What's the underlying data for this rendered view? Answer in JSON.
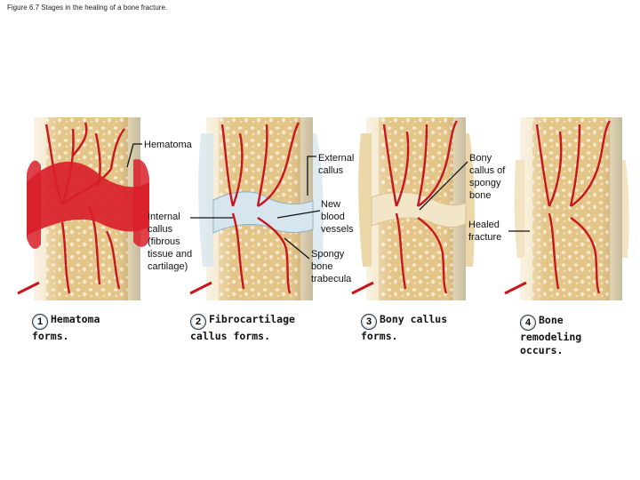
{
  "caption": {
    "figure": "Figure 6.7",
    "text": "Stages in the healing of a bone fracture."
  },
  "labels": {
    "hematoma": "Hematoma",
    "external_callus": "External\ncallus",
    "new_blood_vessels": "New\nblood\nvessels",
    "spongy_bone_trabecula": "Spongy\nbone\ntrabecula",
    "internal_callus": "Internal\ncallus\n(fibrous\ntissue and\ncartilage)",
    "bony_callus": "Bony\ncallus of\nspongy\nbone",
    "healed_fracture": "Healed\nfracture"
  },
  "steps": [
    {
      "number": "1",
      "text_first": "Hematoma",
      "text_rest": "forms."
    },
    {
      "number": "2",
      "text_first": "Fibrocartilage",
      "text_rest": "callus forms."
    },
    {
      "number": "3",
      "text_first": "Bony callus",
      "text_rest": "forms."
    },
    {
      "number": "4",
      "text_first": "Bone",
      "text_rest": "remodeling\noccurs."
    }
  ],
  "colors": {
    "bone": "#e8cf98",
    "compact_bone": "#f2e4c2",
    "vessel": "#c8161d",
    "hematoma": "#d9202a",
    "cartilage": "#d7e6ee",
    "leader": "#111111"
  }
}
